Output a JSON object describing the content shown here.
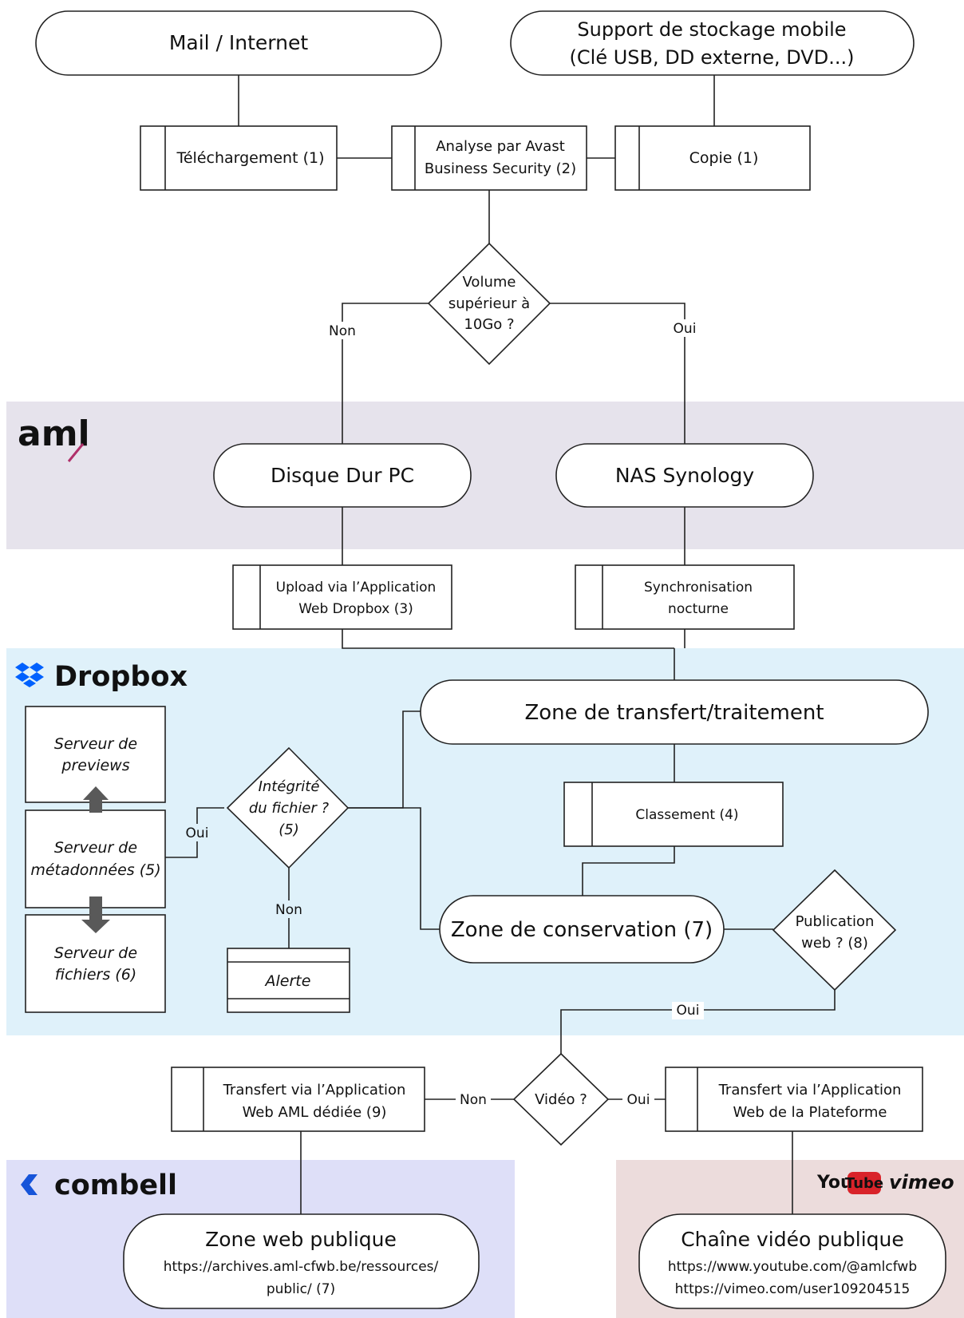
{
  "sources": {
    "mail": "Mail / Internet",
    "storage_l1": "Support de stockage mobile",
    "storage_l2": "(Clé USB, DD externe, DVD...)"
  },
  "steps": {
    "download": "Téléchargement (1)",
    "scan_l1": "Analyse par Avast",
    "scan_l2": "Business Security (2)",
    "copy": "Copie (1)",
    "upload_l1": "Upload via l’Application",
    "upload_l2": "Web Dropbox (3)",
    "sync_l1": "Synchronisation",
    "sync_l2": "nocturne",
    "classement": "Classement (4)",
    "transfer_aml_l1": "Transfert via l’Application",
    "transfer_aml_l2": "Web AML dédiée (9)",
    "transfer_platform_l1": "Transfert via l’Application",
    "transfer_platform_l2": "Web de la Plateforme"
  },
  "decisions": {
    "volume_l1": "Volume",
    "volume_l2": "supérieur à",
    "volume_l3": "10Go ?",
    "integrity_l1": "Intégrité",
    "integrity_l2": "du fichier ?",
    "integrity_l3": "(5)",
    "publication_l1": "Publication",
    "publication_l2": "web ? (8)",
    "video": "Vidéo ?"
  },
  "edge_labels": {
    "non": "Non",
    "oui": "Oui"
  },
  "zones": {
    "aml_logo": "aml",
    "pc_disk": "Disque Dur PC",
    "nas": "NAS Synology",
    "dropbox_logo": "Dropbox",
    "transfer_zone": "Zone de transfert/traitement",
    "conservation_zone": "Zone de conservation (7)",
    "combell_logo": "combell",
    "youtube_logo_a": "You",
    "youtube_logo_b": "Tube",
    "vimeo_logo": "vimeo",
    "public_web_title": "Zone web publique",
    "public_web_url_l1": "https://archives.aml-cfwb.be/ressources/",
    "public_web_url_l2": "public/ (7)",
    "video_channel_title": "Chaîne vidéo publique",
    "video_channel_url_l1": "https://www.youtube.com/@amlcfwb",
    "video_channel_url_l2": "https://vimeo.com/user109204515"
  },
  "servers": {
    "previews_l1": "Serveur de",
    "previews_l2": "previews",
    "metadata_l1": "Serveur de",
    "metadata_l2": "métadonnées (5)",
    "files_l1": "Serveur de",
    "files_l2": "fichiers (6)",
    "alert": "Alerte"
  },
  "colors": {
    "aml_band": "#e6e3ec",
    "dropbox_band": "#dff1fa",
    "combell_band": "#dedff8",
    "video_band": "#ecdcdc",
    "dropbox_blue": "#0061fe",
    "combell_blue": "#1654d9",
    "aml_accent": "#b0306a",
    "youtube_red": "#d9232a",
    "vimeo_blue": "#1ab7ea",
    "arrow_gray": "#595959"
  }
}
